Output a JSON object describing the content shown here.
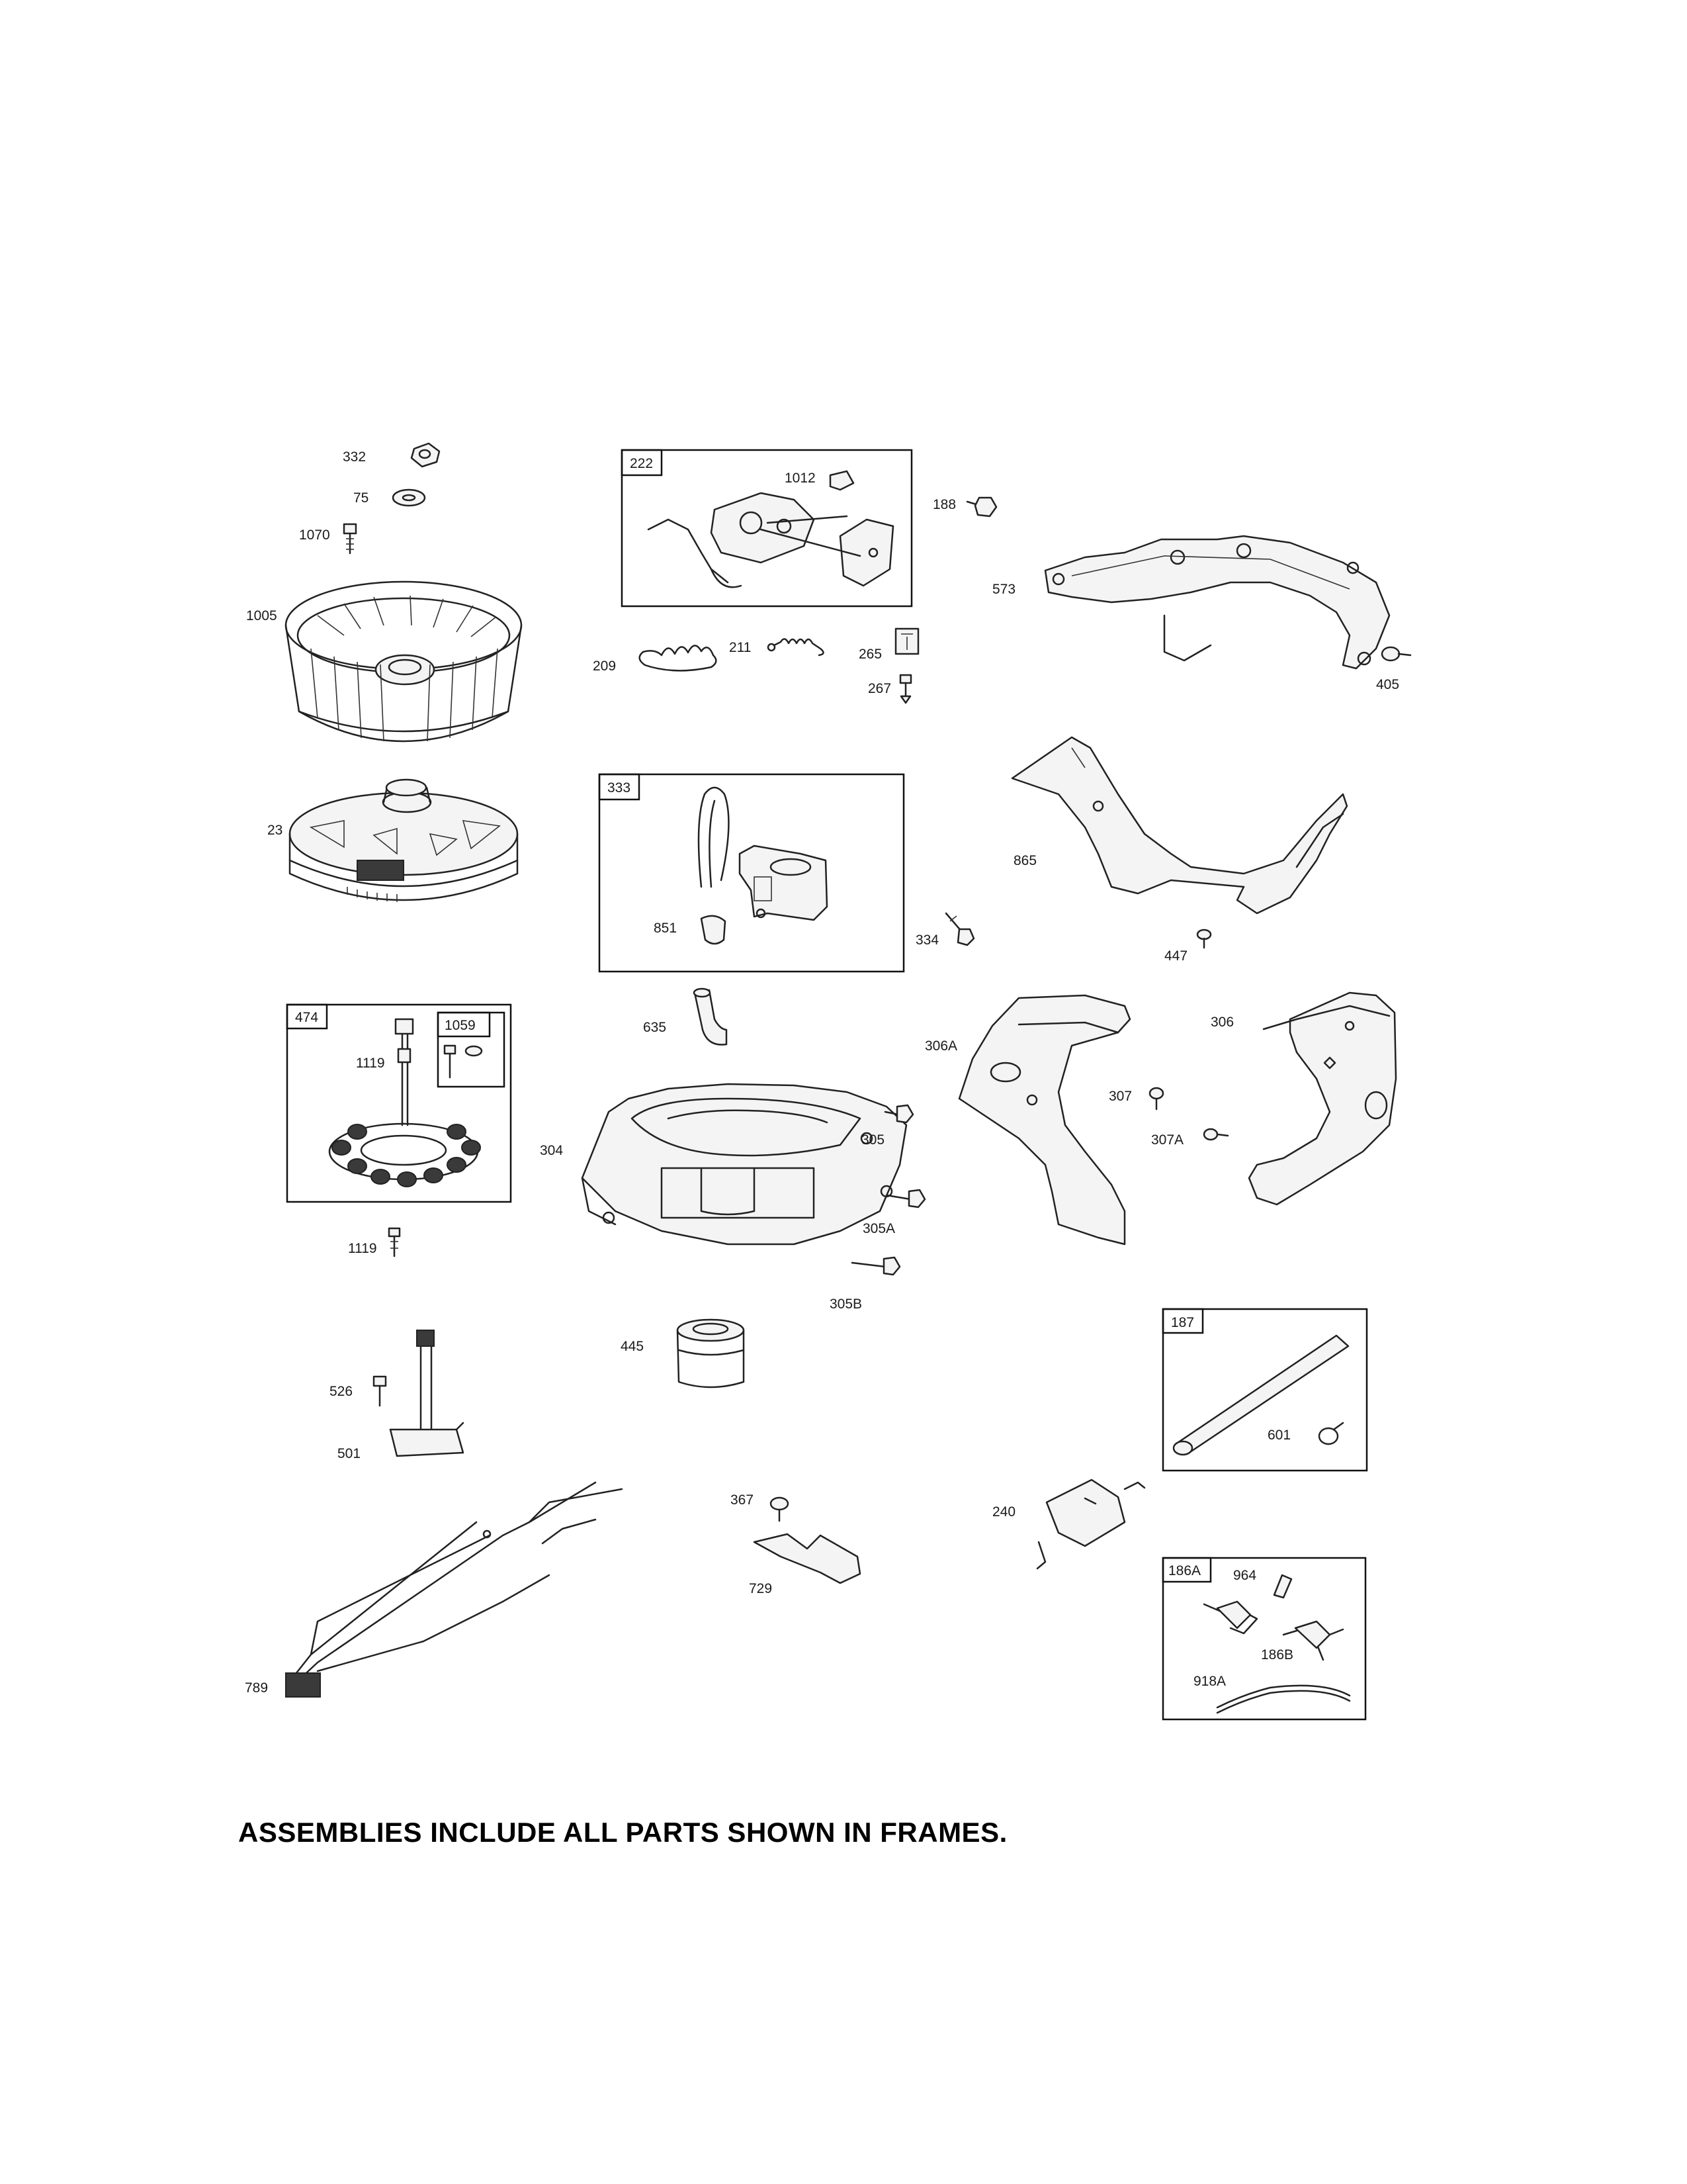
{
  "frames": [
    {
      "id": "222",
      "tag": "222"
    },
    {
      "id": "333",
      "tag": "333"
    },
    {
      "id": "474",
      "tag": "474"
    },
    {
      "id": "1059",
      "tag": "1059"
    },
    {
      "id": "187",
      "tag": "187"
    },
    {
      "id": "186A",
      "tag": "186A"
    }
  ],
  "labels": {
    "p332": "332",
    "p75": "75",
    "p1070": "1070",
    "p1005": "1005",
    "p23": "23",
    "p1012": "1012",
    "p209": "209",
    "p211": "211",
    "p265": "265",
    "p267": "267",
    "p188": "188",
    "p573": "573",
    "p405": "405",
    "p851": "851",
    "p334": "334",
    "p865": "865",
    "p447": "447",
    "p1119a": "1119",
    "p1119b": "1119",
    "p635": "635",
    "p304": "304",
    "p305": "305",
    "p305A": "305A",
    "p305B": "305B",
    "p306A": "306A",
    "p306": "306",
    "p307": "307",
    "p307A": "307A",
    "p445": "445",
    "p526": "526",
    "p501": "501",
    "p789": "789",
    "p367": "367",
    "p729": "729",
    "p240": "240",
    "p601": "601",
    "p964": "964",
    "p186B": "186B",
    "p918A": "918A"
  },
  "footer": {
    "note": "ASSEMBLIES INCLUDE ALL PARTS SHOWN IN FRAMES."
  }
}
